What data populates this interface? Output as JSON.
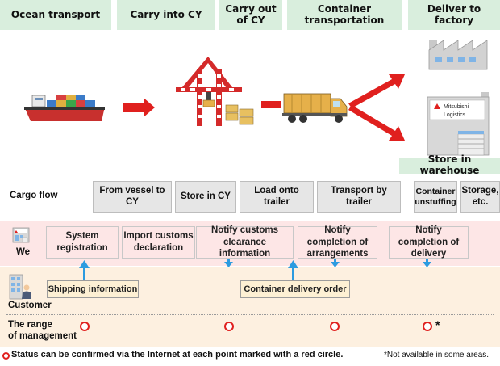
{
  "stages": [
    {
      "label": "Ocean transport"
    },
    {
      "label": "Carry into CY"
    },
    {
      "label": "Carry out of CY"
    },
    {
      "label": "Container transportation"
    },
    {
      "label": "Deliver to factory"
    }
  ],
  "warehouse_label": "Store in warehouse",
  "warehouse_sign": {
    "line1": "Mitsubishi",
    "line2": "Logistics"
  },
  "cargo_flow": {
    "label": "Cargo flow",
    "steps": [
      "From vessel to CY",
      "Store in CY",
      "Load onto trailer",
      "Transport by trailer",
      "Container unstuffing",
      "Storage, etc."
    ]
  },
  "we": {
    "label": "We",
    "boxes": [
      "System registration",
      "Import customs declaration",
      "Notify customs clearance information",
      "Notify completion of arrangements",
      "Notify completion of delivery"
    ]
  },
  "customer": {
    "label": "Customer",
    "boxes": [
      "Shipping information",
      "Container delivery order"
    ]
  },
  "range": {
    "label_line1": "The range",
    "label_line2": "of management",
    "asterisk": "*"
  },
  "footer": {
    "note_left": "Status can be confirmed via the Internet at each point marked with a red circle.",
    "note_right": "*Not available in some areas."
  },
  "colors": {
    "header_bg": "#d9eedd",
    "we_band": "#fde6e6",
    "customer_band": "#fdf0e0",
    "arrow_red": "#e0201e",
    "arrow_blue": "#2c9be0",
    "circle_red": "#e0201e"
  }
}
